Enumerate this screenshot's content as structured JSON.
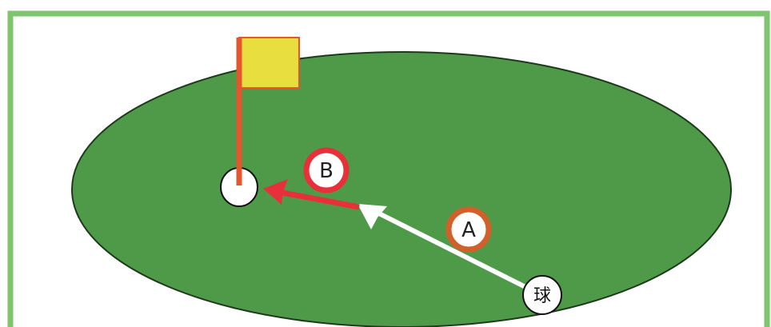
{
  "diagram": {
    "colors": {
      "frame": "#7dc66d",
      "green": "#4f9a48",
      "green_outline": "#1d3a1b",
      "flag_pole": "#e4572e",
      "flag": "#e8de3f",
      "arrow_a": "#ffffff",
      "arrow_b": "#e8303a",
      "badge_a_ring": "#d2602a",
      "badge_b_ring": "#e8303a",
      "hole_fill": "#ffffff"
    },
    "labels": {
      "path_a": "A",
      "path_b": "B",
      "ball": "球"
    }
  }
}
